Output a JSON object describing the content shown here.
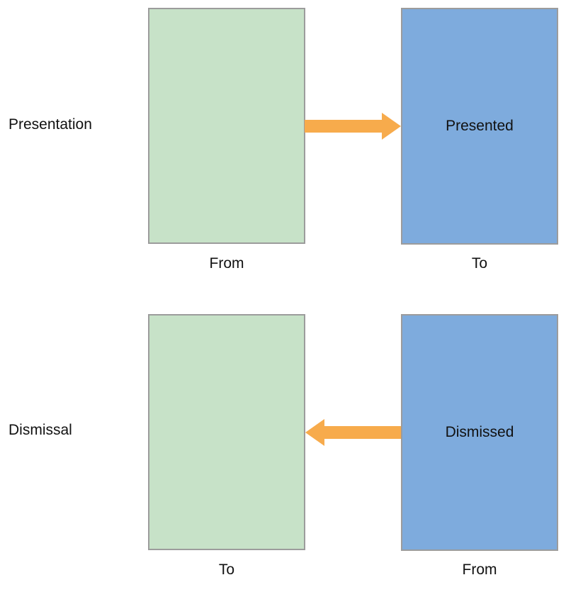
{
  "diagram": {
    "type": "transition-flow",
    "background_color": "#ffffff",
    "palette": {
      "source_box_fill": "#c7e2c8",
      "target_box_fill": "#7eabdd",
      "box_border": "#9c9c9c",
      "arrow_color": "#f7ab4c",
      "text_color": "#111111"
    },
    "rows": [
      {
        "id": "presentation",
        "row_label": "Presentation",
        "arrow_direction": "right",
        "arrow_icon": "arrow-right-icon",
        "left_box": {
          "label": "",
          "caption": "From",
          "fill": "#c7e2c8",
          "role": "from"
        },
        "right_box": {
          "label": "Presented",
          "caption": "To",
          "fill": "#7eabdd",
          "role": "to"
        }
      },
      {
        "id": "dismissal",
        "row_label": "Dismissal",
        "arrow_direction": "left",
        "arrow_icon": "arrow-left-icon",
        "left_box": {
          "label": "",
          "caption": "To",
          "fill": "#c7e2c8",
          "role": "to"
        },
        "right_box": {
          "label": "Dismissed",
          "caption": "From",
          "fill": "#7eabdd",
          "role": "from"
        }
      }
    ]
  }
}
